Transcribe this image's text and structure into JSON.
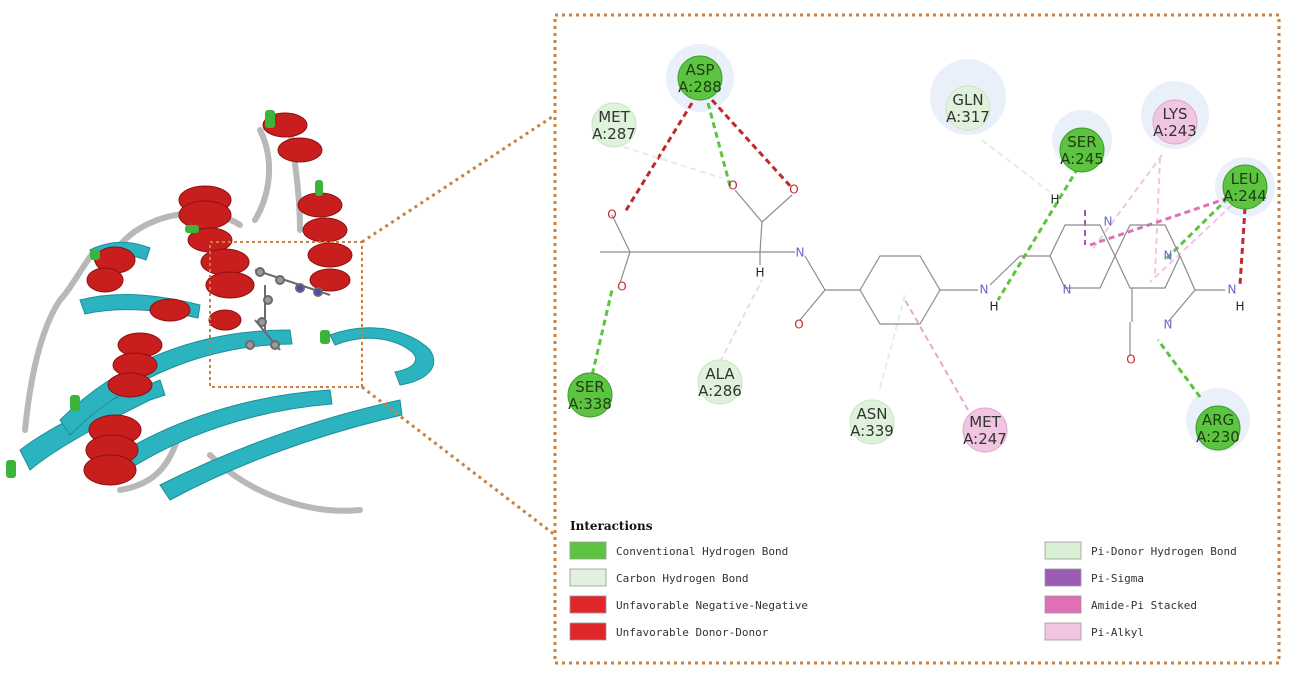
{
  "residues": [
    {
      "id": "asp288",
      "name": "ASP",
      "chain_pos": "A:288",
      "kind": "strong"
    },
    {
      "id": "met287",
      "name": "MET",
      "chain_pos": "A:287",
      "kind": "weak"
    },
    {
      "id": "gln317",
      "name": "GLN",
      "chain_pos": "A:317",
      "kind": "weak"
    },
    {
      "id": "ser245",
      "name": "SER",
      "chain_pos": "A:245",
      "kind": "strong"
    },
    {
      "id": "lys243",
      "name": "LYS",
      "chain_pos": "A:243",
      "kind": "pink"
    },
    {
      "id": "leu244",
      "name": "LEU",
      "chain_pos": "A:244",
      "kind": "strong"
    },
    {
      "id": "ser338",
      "name": "SER",
      "chain_pos": "A:338",
      "kind": "strong"
    },
    {
      "id": "ala286",
      "name": "ALA",
      "chain_pos": "A:286",
      "kind": "weak"
    },
    {
      "id": "asn339",
      "name": "ASN",
      "chain_pos": "A:339",
      "kind": "weak"
    },
    {
      "id": "met247",
      "name": "MET",
      "chain_pos": "A:247",
      "kind": "pink"
    },
    {
      "id": "arg230",
      "name": "ARG",
      "chain_pos": "A:230",
      "kind": "strong"
    }
  ],
  "atoms": {
    "o": "O",
    "n": "N",
    "h": "H"
  },
  "legend": {
    "title": "Interactions",
    "items": [
      {
        "label": "Conventional Hydrogen Bond",
        "color": "#5cc440"
      },
      {
        "label": "Carbon Hydrogen Bond",
        "color": "#dff2dc"
      },
      {
        "label": "Unfavorable Negative-Negative",
        "color": "#e0272b"
      },
      {
        "label": "Unfavorable Donor-Donor",
        "color": "#e0272b"
      },
      {
        "label": "Pi-Donor Hydrogen Bond",
        "color": "#d9f0d5"
      },
      {
        "label": "Pi-Sigma",
        "color": "#9a5bb5"
      },
      {
        "label": "Amide-Pi Stacked",
        "color": "#e070b5"
      },
      {
        "label": "Pi-Alkyl",
        "color": "#f0c6e2"
      }
    ]
  },
  "colors": {
    "helix": "#c81e1e",
    "strand": "#2bb3c0",
    "coil": "#b8b8b8",
    "turn": "#3cb43c",
    "frame": "#c8823c"
  }
}
